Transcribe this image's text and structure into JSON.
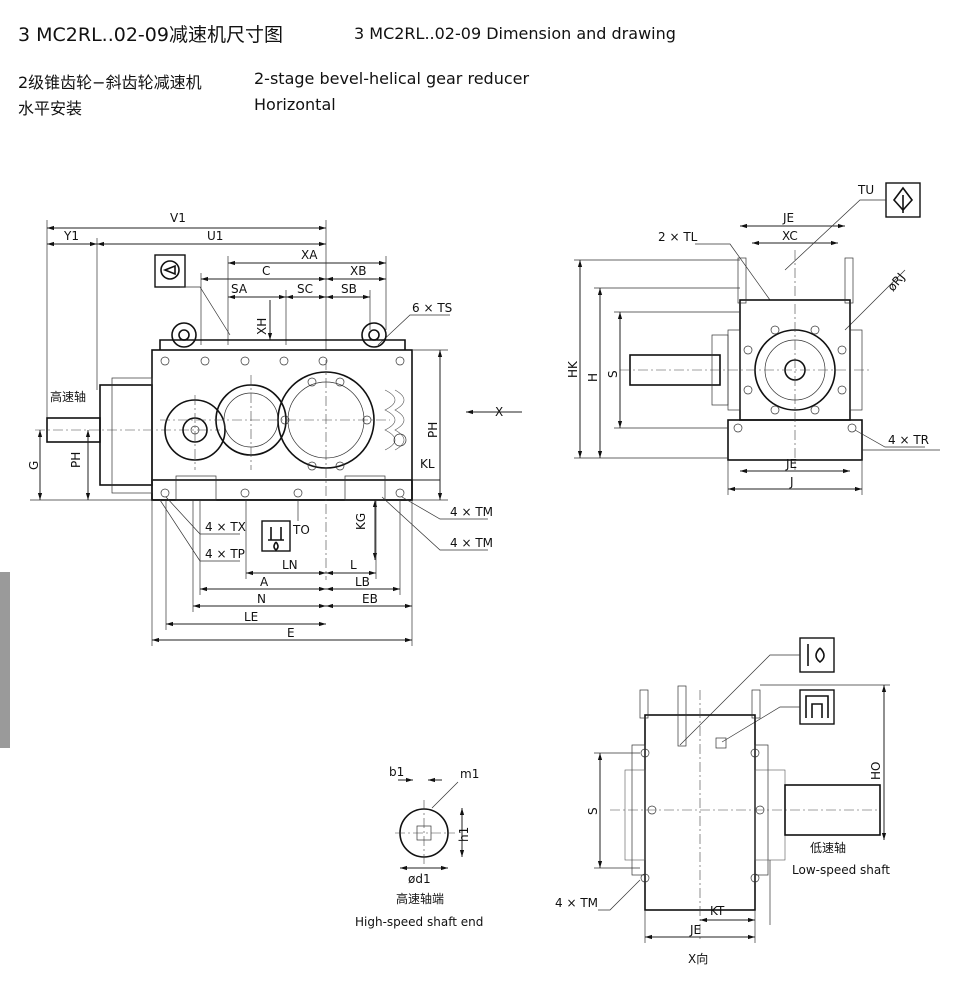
{
  "header": {
    "title_cn": "3 MC2RL..02-09减速机尺寸图",
    "title_en": "3 MC2RL..02-09 Dimension and drawing",
    "subtitle_cn_1": "2级锥齿轮−斜齿轮减速机",
    "subtitle_en_1": "2-stage bevel-helical gear reducer",
    "subtitle_cn_2": "水平安装",
    "subtitle_en_2": "Horizontal"
  },
  "front_view": {
    "labels": {
      "V1": "V1",
      "Y1": "Y1",
      "U1": "U1",
      "XA": "XA",
      "C": "C",
      "XB": "XB",
      "SA": "SA",
      "SC": "SC",
      "SB": "SB",
      "XH": "XH",
      "TS": "6 × TS",
      "high_speed_shaft": "高速轴",
      "G": "G",
      "PH_left": "PH",
      "PH_right": "PH",
      "X": "X",
      "KL": "KL",
      "TM1": "4 × TM",
      "TM2": "4 × TM",
      "KG": "KG",
      "TX": "4 × TX",
      "TP": "4 × TP",
      "TO": "TO",
      "LN": "LN",
      "L": "L",
      "A": "A",
      "LB": "LB",
      "N": "N",
      "EB": "EB",
      "LE": "LE",
      "E": "E"
    }
  },
  "side_view": {
    "labels": {
      "TU": "TU",
      "JE_top": "JE",
      "TL": "2 × TL",
      "XC": "XC",
      "RJ": "øRJ",
      "HK": "HK",
      "H": "H",
      "S": "S",
      "TR": "4 × TR",
      "JE_bottom": "JE",
      "J": "J"
    }
  },
  "shaft_end": {
    "labels": {
      "b1": "b1",
      "m1": "m1",
      "h1": "h1",
      "d1": "ød1",
      "caption_cn": "高速轴端",
      "caption_en": "High-speed shaft end"
    }
  },
  "x_view": {
    "labels": {
      "HO": "HO",
      "S": "S",
      "low_speed_cn": "低速轴",
      "low_speed_en": "Low-speed shaft",
      "TM": "4 × TM",
      "KT": "KT",
      "JE": "JE",
      "caption": "X向"
    }
  },
  "icons": [
    "oil-level-icon",
    "vent-plug-icon",
    "oil-drain-icon",
    "oil-fill-icon",
    "breather-icon"
  ],
  "colors": {
    "ink": "#111111",
    "side_tab": "#9a9a9a",
    "background": "#ffffff"
  }
}
